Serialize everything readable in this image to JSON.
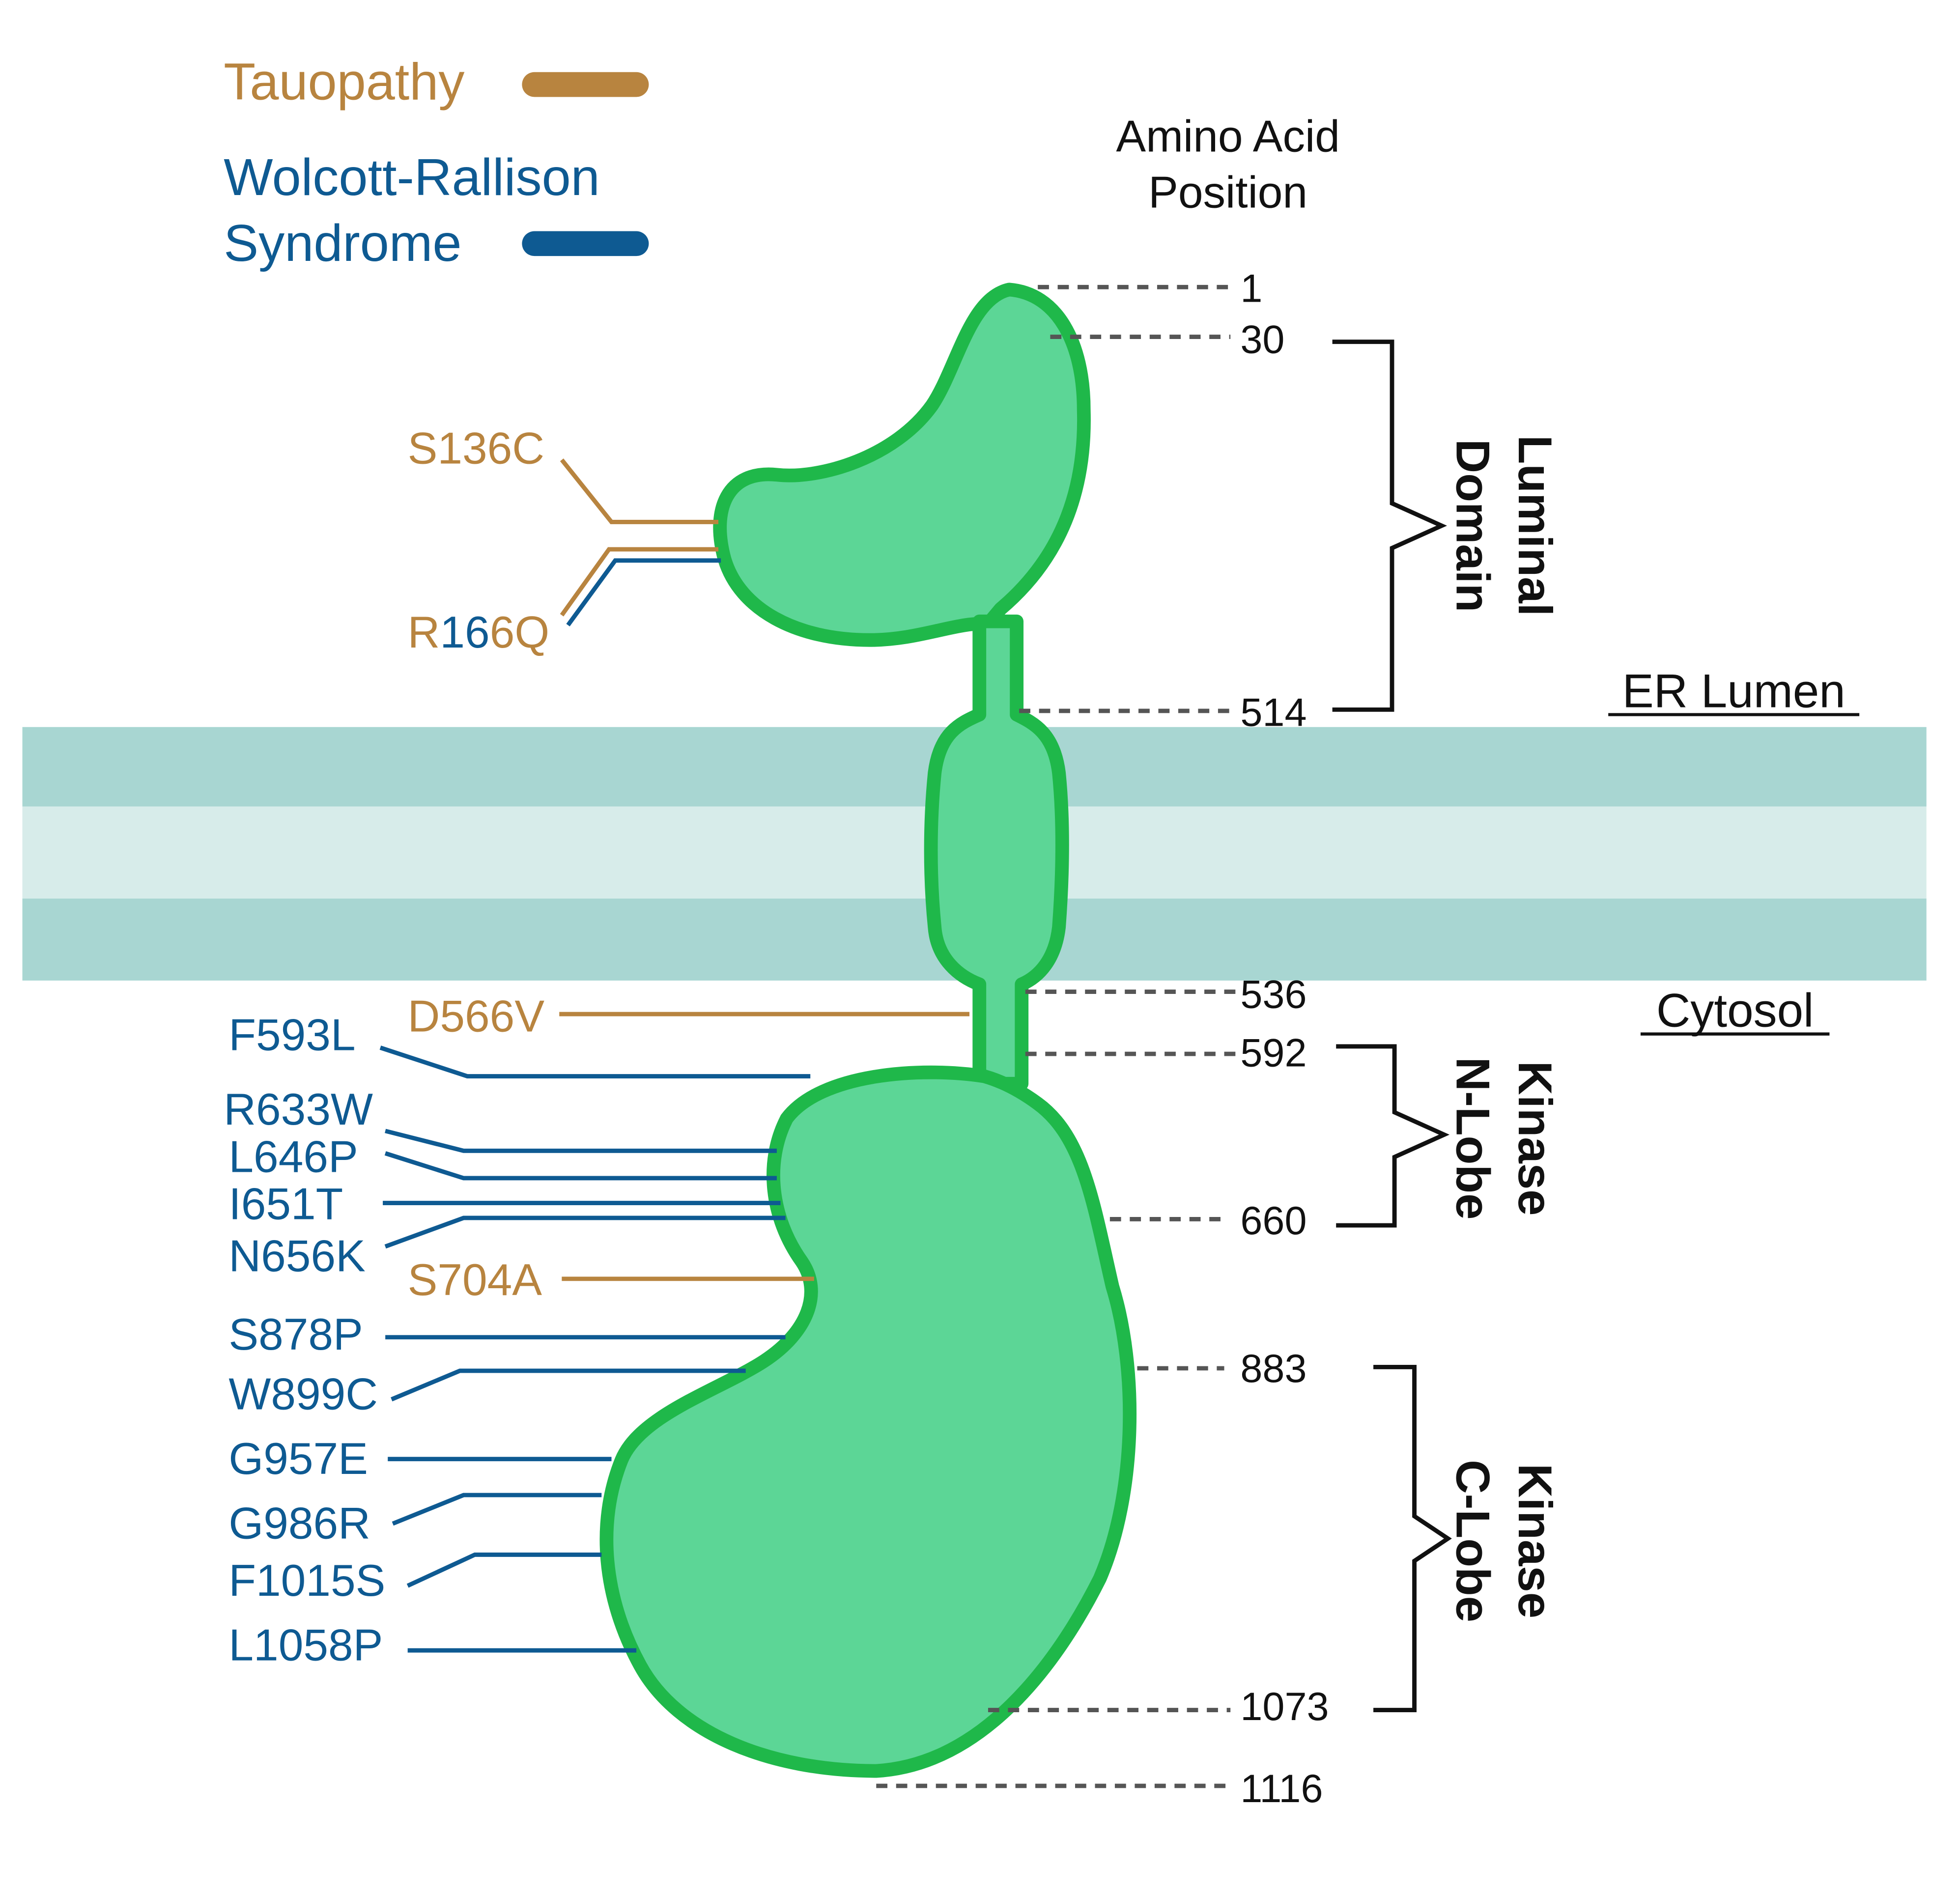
{
  "legend": {
    "tauopathy_label": "Tauopathy",
    "wrs_label_line1": "Wolcott-Rallison",
    "wrs_label_line2": "Syndrome"
  },
  "position_axis": {
    "title_line1": "Amino Acid",
    "title_line2": "Position",
    "ticks": [
      "1",
      "30",
      "514",
      "536",
      "592",
      "660",
      "883",
      "1073",
      "1116"
    ]
  },
  "domains": {
    "luminal": [
      "Luminal",
      "Domain"
    ],
    "n_lobe": [
      "Kinase",
      "N-Lobe"
    ],
    "c_lobe": [
      "Kinase",
      "C-Lobe"
    ]
  },
  "compartments": {
    "er_lumen": "ER Lumen",
    "cytosol": "Cytosol"
  },
  "mutations": {
    "s136c": "S136C",
    "r166q_r": "R",
    "r166q_16": "16",
    "r166q_6q": "6Q",
    "d566v": "D566V",
    "f593l": "F593L",
    "r633w": "R633W",
    "l646p": "L646P",
    "i651t": "I651T",
    "n656k": "N656K",
    "s704a": "S704A",
    "s878p": "S878P",
    "w899c": "W899C",
    "g957e": "G957E",
    "g986r": "G986R",
    "f1015s": "F1015S",
    "l1058p": "L1058P"
  },
  "colors": {
    "tauopathy": "#B8843F",
    "wrs": "#0E5A92",
    "protein_fill": "#5CD696",
    "protein_outline": "#1FB84A",
    "membrane_dark": "#A8D6D2",
    "membrane_light": "#D7ECEA"
  }
}
